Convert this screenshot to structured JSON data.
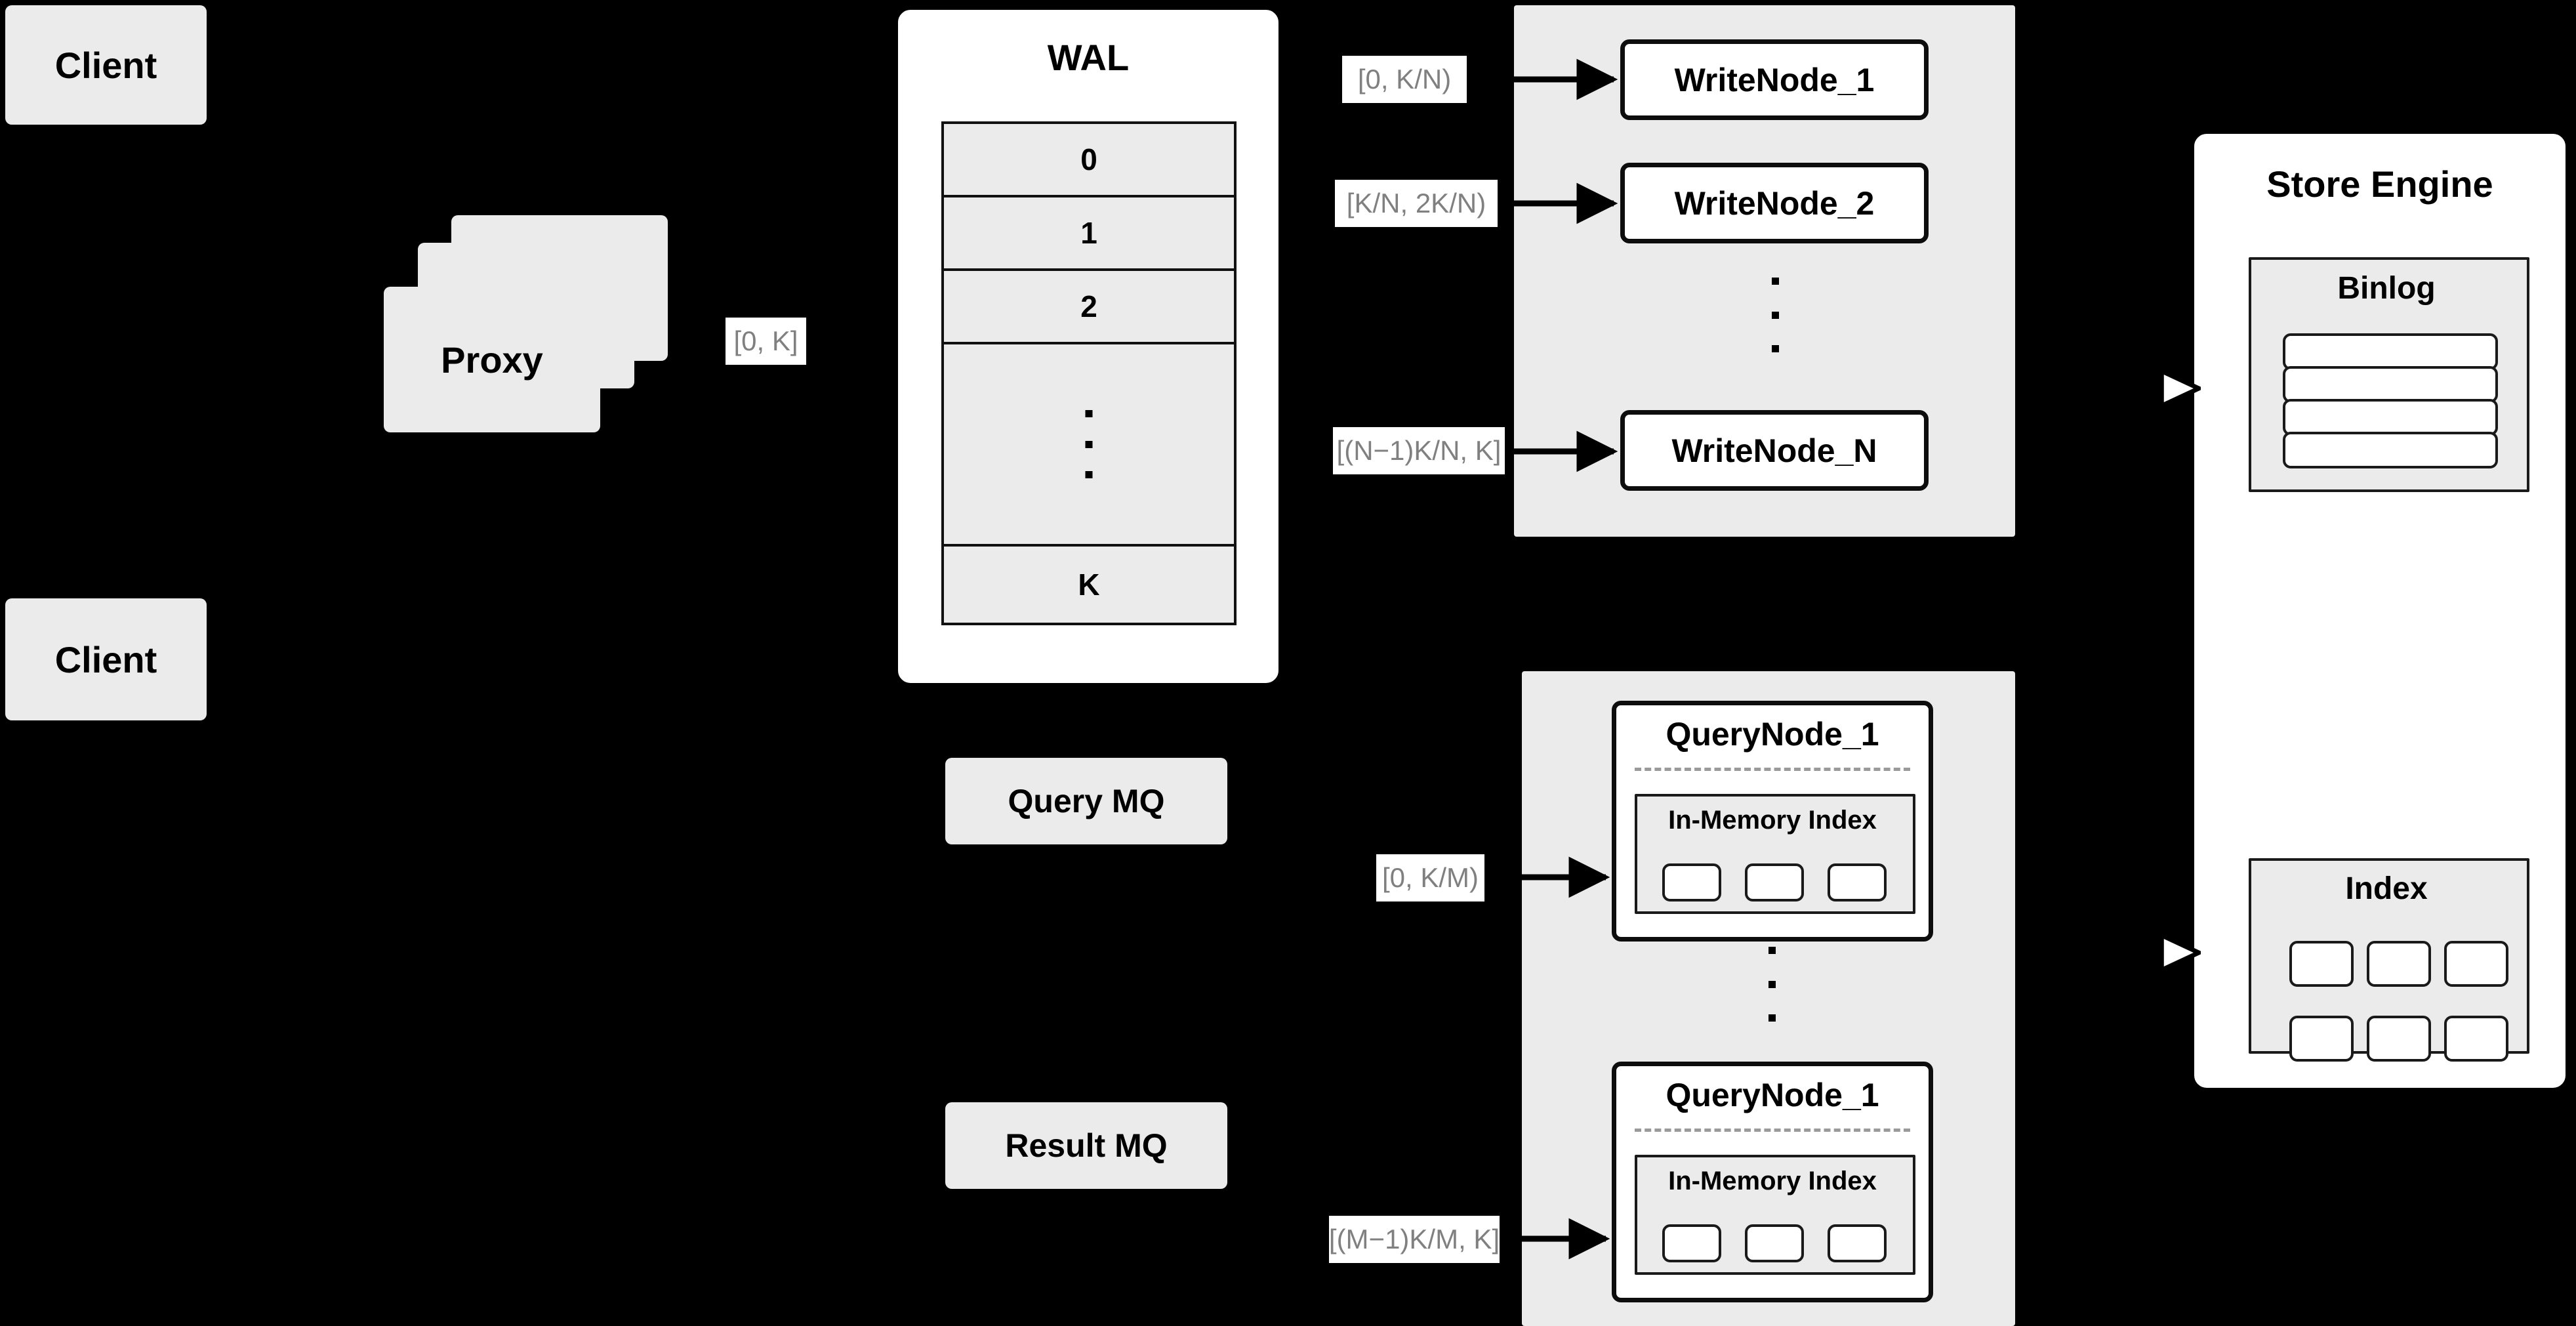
{
  "diagram": {
    "title": "Distributed write/query architecture",
    "background_color": "#000000",
    "tile_color": "#ebebeb",
    "panel_color": "#ffffff",
    "stroke_color": "#000000",
    "label_text_color": "#808080"
  },
  "clients": [
    {
      "label": "Client"
    },
    {
      "label": "Client"
    }
  ],
  "proxy": {
    "label": "Proxy",
    "stack_count": 3
  },
  "wal": {
    "title": "WAL",
    "rows": [
      "0",
      "1",
      "2",
      "",
      "K"
    ],
    "ellipsis_dots": 3
  },
  "queues": [
    {
      "label": "Query MQ"
    },
    {
      "label": "Result MQ"
    }
  ],
  "write_group": {
    "nodes": [
      {
        "label": "WriteNode_1"
      },
      {
        "label": "WriteNode_2"
      },
      {
        "label": "WriteNode_N"
      }
    ],
    "ellipsis_dots": 3
  },
  "query_group": {
    "nodes": [
      {
        "label": "QueryNode_1",
        "index_label": "In-Memory Index",
        "segment_count": 3
      },
      {
        "label": "QueryNode_1",
        "index_label": "In-Memory Index",
        "segment_count": 3
      }
    ],
    "ellipsis_dots": 3
  },
  "store_engine": {
    "title": "Store Engine",
    "binlog": {
      "title": "Binlog",
      "row_count": 4
    },
    "index": {
      "title": "Index",
      "cell_count": 6,
      "rows": 2,
      "cols": 3
    }
  },
  "edge_labels": {
    "proxy_to_wal": "[0, K]",
    "wal_to_write_1": "[0,  K/N)",
    "wal_to_write_2": "[K/N, 2K/N)",
    "wal_to_write_n": "[(N−1)K/N,  K]",
    "mq_to_query_1": "[0, K/M)",
    "mq_to_query_m": "[(M−1)K/M, K]"
  }
}
